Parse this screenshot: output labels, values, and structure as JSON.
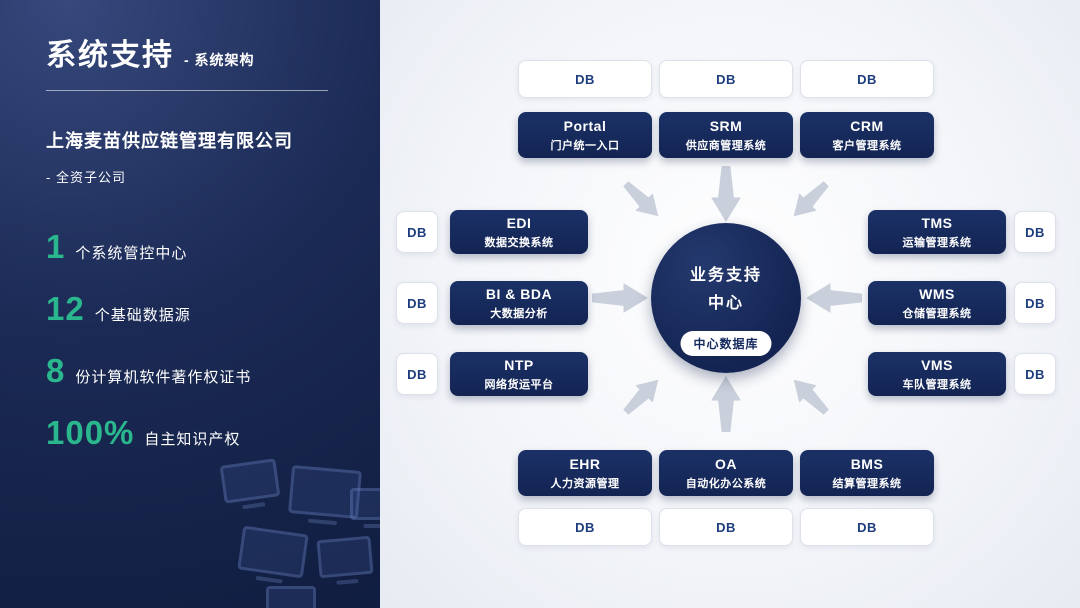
{
  "sidebar": {
    "title": "系统支持",
    "subtitle": "- 系统架构",
    "company": "上海麦苗供应链管理有限公司",
    "company_sub": "- 全资子公司",
    "stats": [
      {
        "value": "1",
        "label": "个系统管控中心"
      },
      {
        "value": "12",
        "label": "个基础数据源"
      },
      {
        "value": "8",
        "label": "份计算机软件著作权证书"
      },
      {
        "value": "100%",
        "label": "自主知识产权"
      }
    ]
  },
  "diagram": {
    "db_label": "DB",
    "center": {
      "line1": "业务支持",
      "line2": "中心",
      "badge": "中心数据库"
    },
    "top": [
      {
        "name": "Portal",
        "desc": "门户统一入口"
      },
      {
        "name": "SRM",
        "desc": "供应商管理系统"
      },
      {
        "name": "CRM",
        "desc": "客户管理系统"
      }
    ],
    "left": [
      {
        "name": "EDI",
        "desc": "数据交换系统"
      },
      {
        "name": "BI & BDA",
        "desc": "大数据分析"
      },
      {
        "name": "NTP",
        "desc": "网络货运平台"
      }
    ],
    "right": [
      {
        "name": "TMS",
        "desc": "运输管理系统"
      },
      {
        "name": "WMS",
        "desc": "仓储管理系统"
      },
      {
        "name": "VMS",
        "desc": "车队管理系统"
      }
    ],
    "bottom": [
      {
        "name": "EHR",
        "desc": "人力资源管理"
      },
      {
        "name": "OA",
        "desc": "自动化办公系统"
      },
      {
        "name": "BMS",
        "desc": "结算管理系统"
      }
    ]
  },
  "colors": {
    "accent_green": "#2bb78e",
    "node_navy": "#152a5e",
    "db_text_blue": "#1d3d7d",
    "arrow_gray": "#c9cfdb",
    "sidebar_navy": "#1b2a55"
  }
}
